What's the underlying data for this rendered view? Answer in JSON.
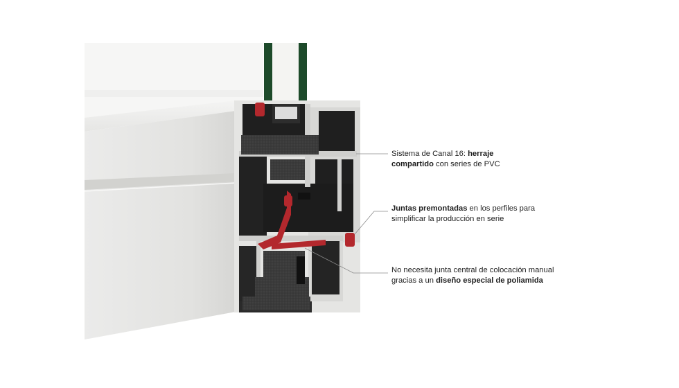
{
  "callouts": [
    {
      "part1": "Sistema de Canal 16: ",
      "bold1": "herraje",
      "bold2": "compartido",
      "part2": " con series de PVC"
    },
    {
      "bold1": "Juntas premontadas",
      "part1": " en los perfiles para",
      "part2": "simplificar la producción en serie"
    },
    {
      "part1": "No necesita junta central de colocación manual",
      "part2": "gracias a un ",
      "bold1": "diseño especial de poliamida"
    }
  ],
  "colors": {
    "aluminium": "#e8e8e6",
    "section_dark": "#1f1f1f",
    "gasket_red": "#b3282d",
    "glass_green": "#1d4a2a",
    "foam": "#3a3a3a",
    "leader_line": "#8a8a8a"
  }
}
